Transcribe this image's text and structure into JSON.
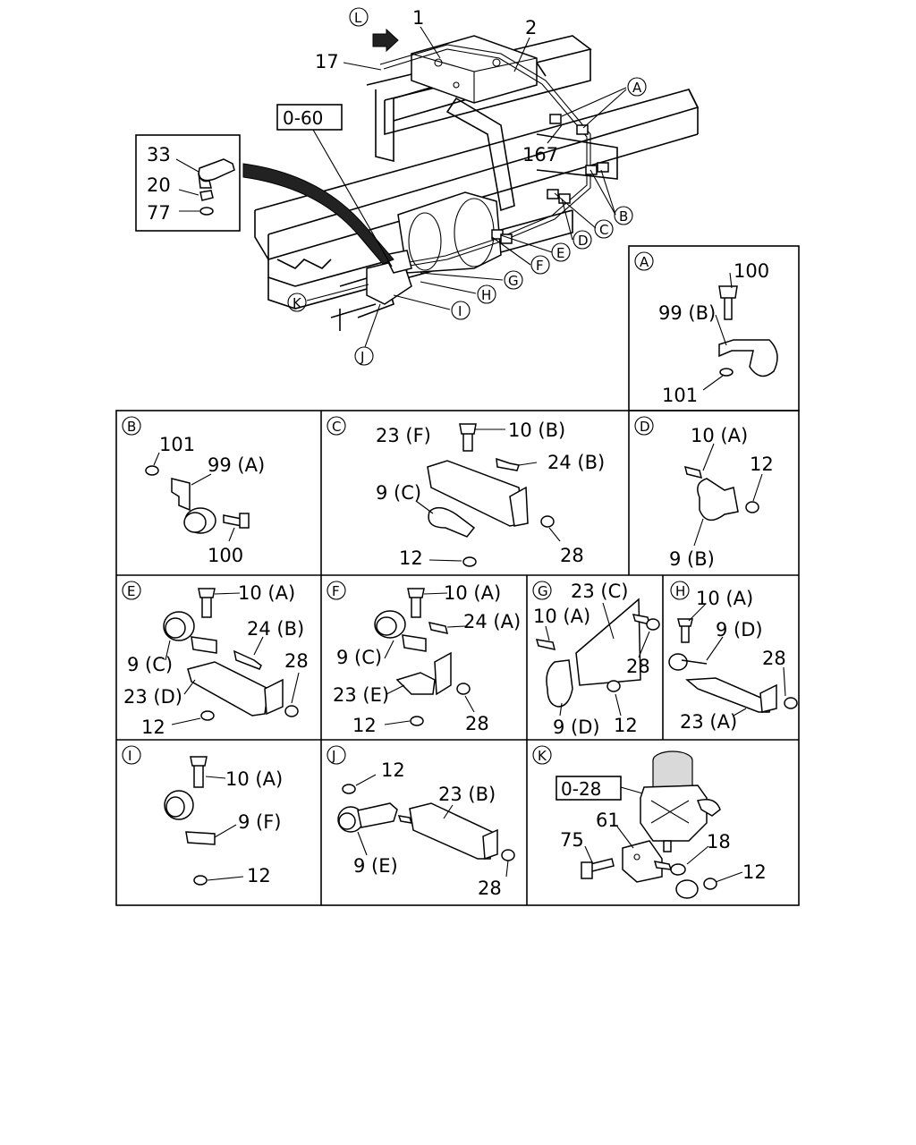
{
  "refs": {
    "ref1": "0-60",
    "ref2": "0-28"
  },
  "circles": [
    "L",
    "A",
    "B",
    "C",
    "D",
    "E",
    "F",
    "G",
    "H",
    "I",
    "J",
    "K"
  ],
  "main": {
    "n1": "1",
    "n2": "2",
    "n17": "17",
    "n33": "33",
    "n20": "20",
    "n77": "77",
    "n167": "167"
  },
  "panelA": {
    "tag": "A",
    "a": "100",
    "b": "99 (B)",
    "c": "101"
  },
  "panelB": {
    "tag": "B",
    "a": "101",
    "b": "99 (A)",
    "c": "100"
  },
  "panelC": {
    "tag": "C",
    "a": "23 (F)",
    "b": "10 (B)",
    "c": "24 (B)",
    "d": "9 (C)",
    "e": "12",
    "f": "28"
  },
  "panelD": {
    "tag": "D",
    "a": "10 (A)",
    "b": "12",
    "c": "9 (B)"
  },
  "panelE": {
    "tag": "E",
    "a": "10 (A)",
    "b": "24 (B)",
    "c": "9 (C)",
    "d": "28",
    "e": "23 (D)",
    "f": "12"
  },
  "panelF": {
    "tag": "F",
    "a": "10 (A)",
    "b": "24 (A)",
    "c": "9 (C)",
    "d": "23 (E)",
    "e": "12",
    "f": "28"
  },
  "panelG": {
    "tag": "G",
    "a": "23 (C)",
    "b": "10 (A)",
    "c": "28",
    "d": "9 (D)",
    "e": "12"
  },
  "panelH": {
    "tag": "H",
    "a": "10 (A)",
    "b": "9 (D)",
    "c": "28",
    "d": "23 (A)"
  },
  "panelI": {
    "tag": "I",
    "a": "10 (A)",
    "b": "9 (F)",
    "c": "12"
  },
  "panelJ": {
    "tag": "J",
    "a": "12",
    "b": "23 (B)",
    "c": "9 (E)",
    "d": "28"
  },
  "panelK": {
    "tag": "K",
    "a": "61",
    "b": "75",
    "c": "18",
    "d": "12"
  }
}
